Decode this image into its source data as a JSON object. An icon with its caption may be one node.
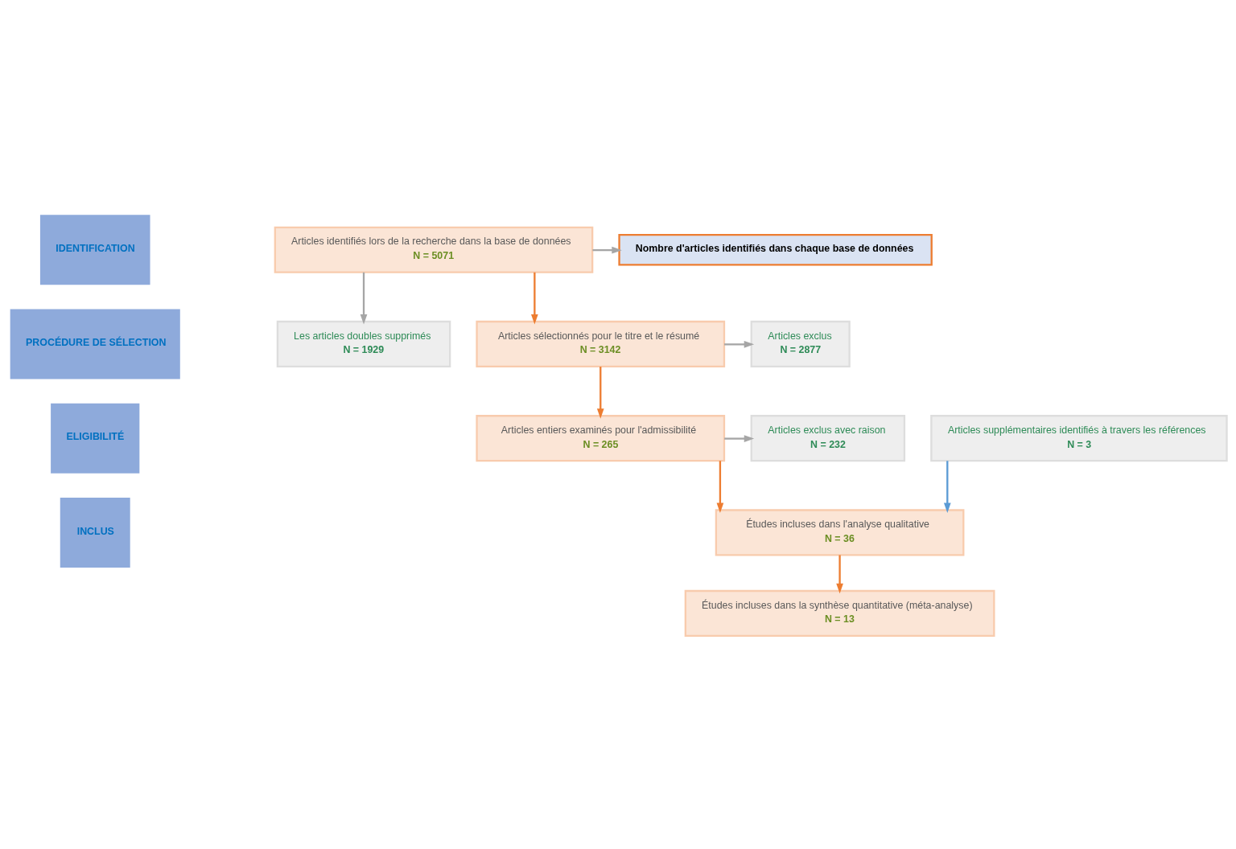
{
  "diagram": {
    "nodes": [
      {
        "text": [
          "IDENTIFICATION"
        ]
      },
      {
        "text": [
          "Articles identifiés lors de la recherche dans la base de données",
          "N = 5071"
        ]
      },
      {
        "text": [
          "Nombre d'articles identifiés dans chaque base de données"
        ]
      },
      {
        "text": [
          "PROCÉDURE DE SÉLECTION"
        ]
      },
      {
        "text": [
          "Les articles doubles supprimés",
          "N = 1929"
        ]
      },
      {
        "text": [
          "Articles sélectionnés pour le titre et le résumé",
          "N = 3142"
        ]
      },
      {
        "text": [
          "Articles exclus",
          "N = 2877"
        ]
      },
      {
        "text": [
          "ELIGIBILITÉ"
        ]
      },
      {
        "text": [
          "Articles entiers examinés pour l'admissibilité",
          "N = 265"
        ]
      },
      {
        "text": [
          "Articles exclus avec raison",
          "N = 232"
        ]
      },
      {
        "text": [
          "Articles supplémentaires identifiés à travers les références",
          "N = 3"
        ]
      },
      {
        "text": [
          "INCLUS"
        ]
      },
      {
        "text": [
          "Études incluses dans l'analyse qualitative",
          "N = 36"
        ]
      },
      {
        "text": [
          "Études incluses dans la synthèse quantitative (méta-analyse)",
          "N = 13"
        ]
      }
    ],
    "edges": [
      {
        "from": 1,
        "to": 2,
        "arrow": "to",
        "color": "#a6a6a6"
      },
      {
        "from": 1,
        "to": 5,
        "arrow": "to",
        "color": "#ed7d31"
      },
      {
        "from": 1,
        "to": 4,
        "arrow": "to",
        "color": "#a6a6a6"
      },
      {
        "from": 5,
        "to": 6,
        "arrow": "to",
        "color": "#a6a6a6"
      },
      {
        "from": 5,
        "to": 8,
        "arrow": "to",
        "color": "#ed7d31"
      },
      {
        "from": 8,
        "to": 9,
        "arrow": "to",
        "color": "#a6a6a6"
      },
      {
        "from": 8,
        "to": 12,
        "arrow": "to",
        "color": "#ed7d31"
      },
      {
        "from": 10,
        "to": 12,
        "arrow": "to",
        "color": "#5b9bd5"
      },
      {
        "from": 12,
        "to": 13,
        "arrow": "to",
        "color": "#ed7d31"
      }
    ]
  }
}
